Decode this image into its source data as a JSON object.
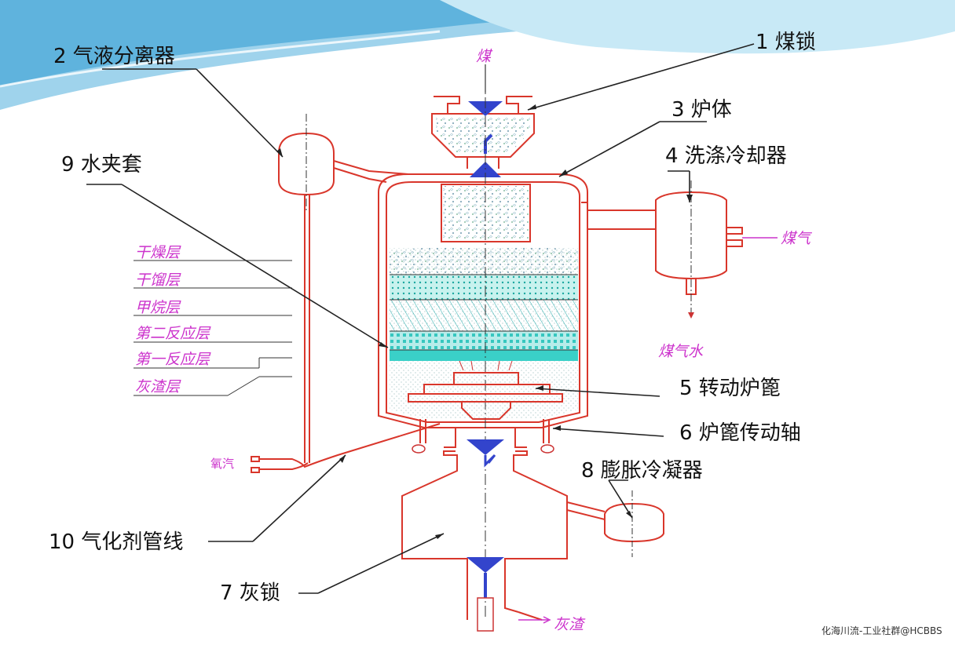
{
  "labels": {
    "coal_lock": "1  煤锁",
    "gas_liquid_separator": "2  气液分离器",
    "furnace_body": "3  炉体",
    "washing_cooler": "4  洗涤冷却器",
    "rotating_grate": "5  转动炉篦",
    "grate_drive_shaft": "6  炉篦传动轴",
    "ash_lock": "7  灰锁",
    "expansion_condenser": "8  膨胀冷凝器",
    "water_jacket": "9  水夹套",
    "gasifier_pipeline": "10 气化剂管线"
  },
  "layers": [
    "干燥层",
    "干馏层",
    "甲烷层",
    "第二反应层",
    "第一反应层",
    "灰渣层"
  ],
  "flows": {
    "coal_in": "煤",
    "gas_out": "煤气",
    "gas_water": "煤气水",
    "ash_out": "灰渣",
    "agent_in": "氧汽"
  },
  "watermark": "化海川流-工业社群@HCBBS",
  "colors": {
    "outline": "#d9362b",
    "layer_text": "#cc33cc",
    "cone": "#3344cc",
    "teal": "#35c9c1",
    "band": "#4fa8d8"
  }
}
